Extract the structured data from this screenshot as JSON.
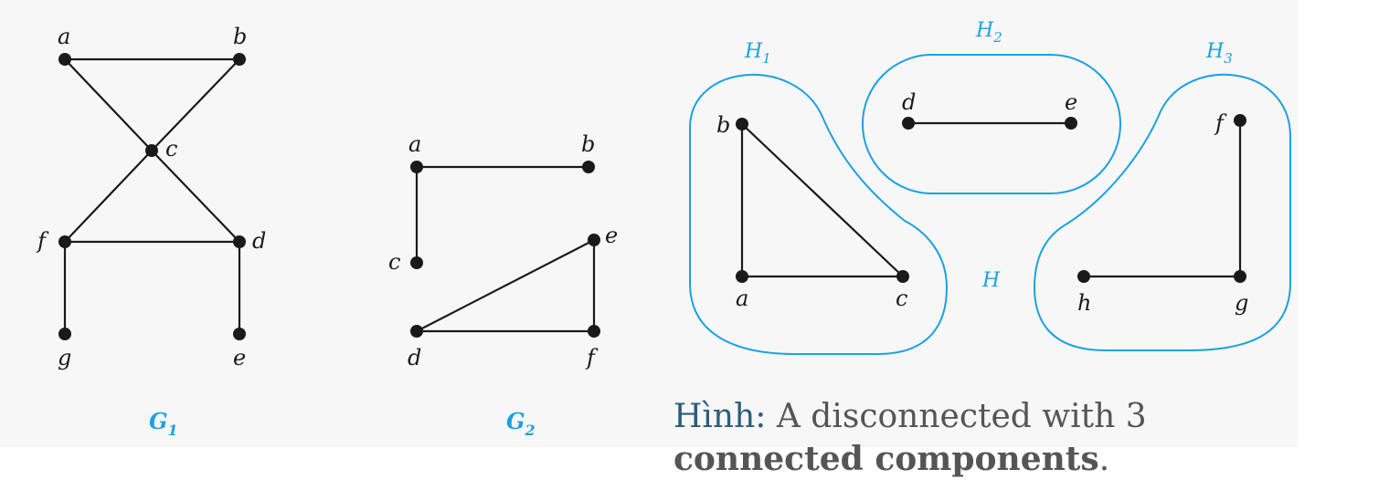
{
  "graphs": {
    "g1": {
      "name": "G",
      "sub": "1",
      "vertex_labels": {
        "a": "a",
        "b": "b",
        "c": "c",
        "d": "d",
        "e": "e",
        "f": "f",
        "g": "g"
      },
      "edges": [
        [
          "a",
          "b"
        ],
        [
          "a",
          "c"
        ],
        [
          "b",
          "c"
        ],
        [
          "c",
          "f"
        ],
        [
          "c",
          "d"
        ],
        [
          "f",
          "d"
        ],
        [
          "f",
          "g"
        ],
        [
          "d",
          "e"
        ]
      ]
    },
    "g2": {
      "name": "G",
      "sub": "2",
      "vertex_labels": {
        "a": "a",
        "b": "b",
        "c": "c",
        "d": "d",
        "e": "e",
        "f": "f"
      },
      "edges": [
        [
          "a",
          "b"
        ],
        [
          "a",
          "c"
        ],
        [
          "d",
          "e"
        ],
        [
          "d",
          "f"
        ],
        [
          "e",
          "f"
        ]
      ]
    },
    "h": {
      "name": "H",
      "vertex_labels": {
        "a": "a",
        "b": "b",
        "c": "c",
        "d": "d",
        "e": "e",
        "f": "f",
        "g": "g",
        "h": "h"
      },
      "edges": [
        [
          "a",
          "b"
        ],
        [
          "b",
          "c"
        ],
        [
          "a",
          "c"
        ],
        [
          "d",
          "e"
        ],
        [
          "f",
          "g"
        ],
        [
          "h",
          "g"
        ]
      ],
      "components": [
        {
          "name": "H",
          "sub": "1",
          "vertices": [
            "a",
            "b",
            "c"
          ]
        },
        {
          "name": "H",
          "sub": "2",
          "vertices": [
            "d",
            "e"
          ]
        },
        {
          "name": "H",
          "sub": "3",
          "vertices": [
            "f",
            "g",
            "h"
          ]
        }
      ]
    }
  },
  "colors": {
    "accent": "#1ba1e2",
    "ink": "#1a1a1a",
    "caption": "#555555",
    "caption_prefix": "#2c5d7c"
  },
  "caption": {
    "prefix": "Hình:",
    "text": " A disconnected with 3",
    "bold": "connected components",
    "end": "."
  }
}
